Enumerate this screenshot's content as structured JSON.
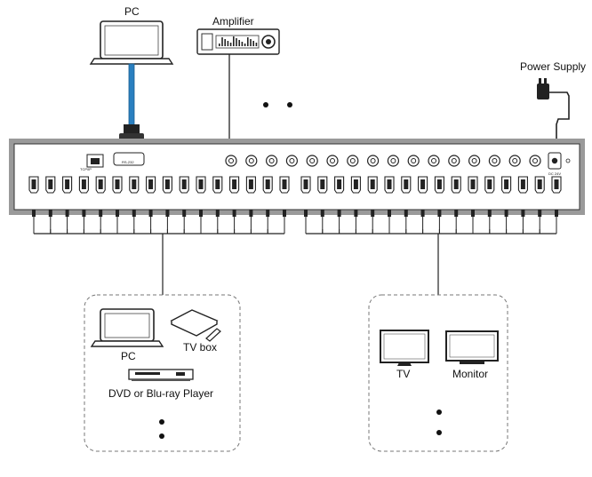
{
  "labels": {
    "pc_top": "PC",
    "amplifier": "Amplifier",
    "power_supply": "Power Supply",
    "pc_source": "PC",
    "tv_box": "TV box",
    "dvd_player": "DVD or Blu-ray Player",
    "tv": "TV",
    "monitor": "Monitor"
  },
  "panel": {
    "input_ports": 16,
    "output_ports": 16,
    "audio_ports": 16,
    "rs232_label": "RS-232",
    "tcp_label": "TCP/IP",
    "power_label": "DC 24V"
  },
  "colors": {
    "panel_frame": "#9a9a9a",
    "panel_face": "#ffffff",
    "network_cable": "#2a7fc0",
    "lines": "#222222",
    "dashed_group": "#777777"
  }
}
